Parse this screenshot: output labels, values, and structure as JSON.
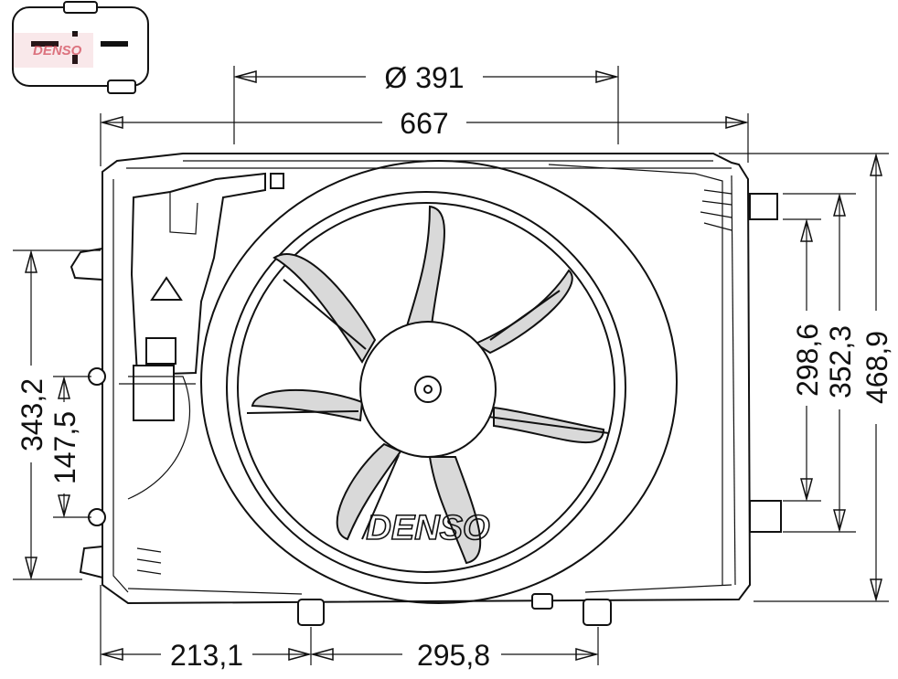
{
  "brand": {
    "logo_text": "DENSO",
    "stamp_text": "DENSO",
    "logo_color": "#d04050"
  },
  "dimensions": {
    "fan_diameter": "Ø 391",
    "overall_width": "667",
    "left_offset": "213,1",
    "mount_spacing": "295,8",
    "left_height_outer": "343,2",
    "left_height_inner": "147,5",
    "right_height_1": "298,6",
    "right_height_2": "352,3",
    "right_height_total": "468,9"
  }
}
